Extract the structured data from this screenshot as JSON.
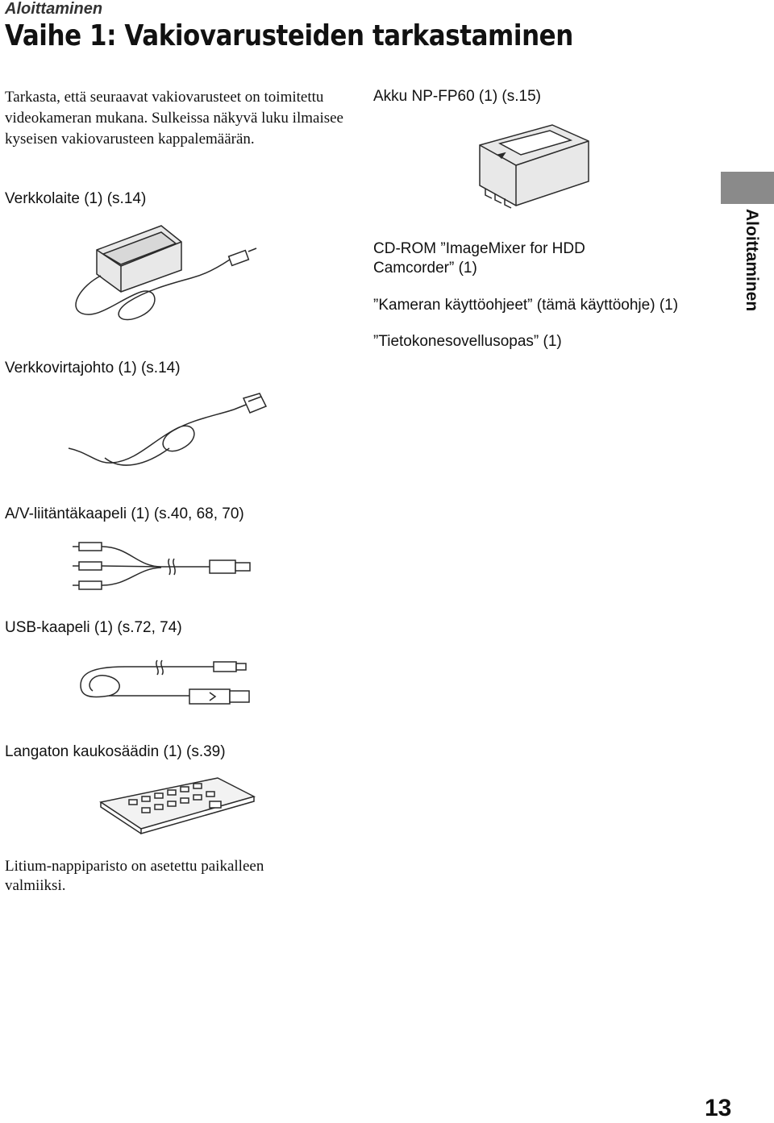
{
  "header": {
    "section": "Aloittaminen",
    "title": "Vaihe 1: Vakiovarusteiden tarkastaminen"
  },
  "intro": "Tarkasta, että seuraavat vakiovarusteet on toimitettu videokameran mukana. Sulkeissa näkyvä luku ilmaisee kyseisen vakiovarusteen kappalemäärän.",
  "items": {
    "ac_adaptor": "Verkkolaite (1) (s.14)",
    "power_cord": "Verkkovirtajohto (1) (s.14)",
    "av_cable": "A/V-liitäntäkaapeli (1) (s.40, 68, 70)",
    "usb_cable": "USB-kaapeli (1) (s.72, 74)",
    "remote": "Langaton kaukosäädin (1) (s.39)",
    "battery": "Akku NP-FP60 (1) (s.15)",
    "cdrom_line1": "CD-ROM ”ImageMixer for HDD",
    "cdrom_line2": "Camcorder” (1)",
    "manual": "”Kameran käyttöohjeet” (tämä käyttöohje) (1)",
    "pc_guide": "”Tietokonesovellusopas” (1)"
  },
  "footer_note": "Litium-nappiparisto on asetettu paikalleen valmiiksi.",
  "side_tab": "Aloittaminen",
  "page_number": "13",
  "colors": {
    "side_tab": "#8a8a8a",
    "illustration_stroke": "#2a2a2a",
    "illustration_fill": "#e8e8e8"
  }
}
